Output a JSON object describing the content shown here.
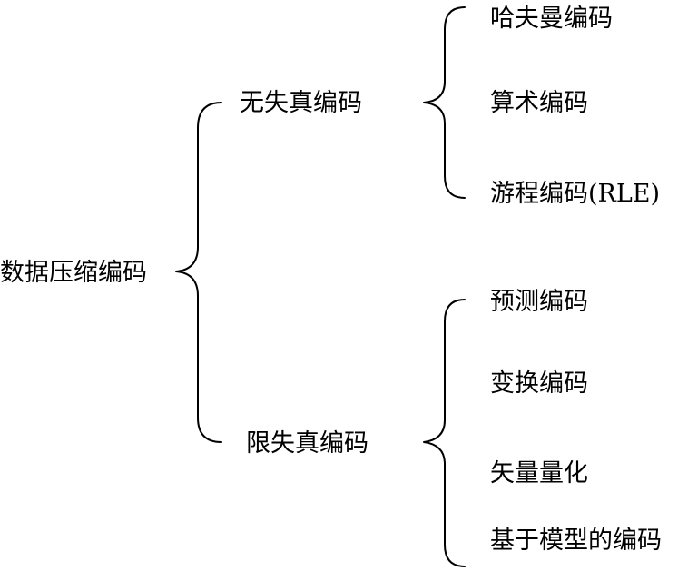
{
  "root": {
    "label": "数据压缩编码"
  },
  "branches": [
    {
      "label": "无失真编码",
      "children": [
        "哈夫曼编码",
        "算术编码",
        "游程编码(RLE)"
      ]
    },
    {
      "label": "限失真编码",
      "children": [
        "预测编码",
        "变换编码",
        "矢量量化",
        "基于模型的编码"
      ]
    }
  ]
}
